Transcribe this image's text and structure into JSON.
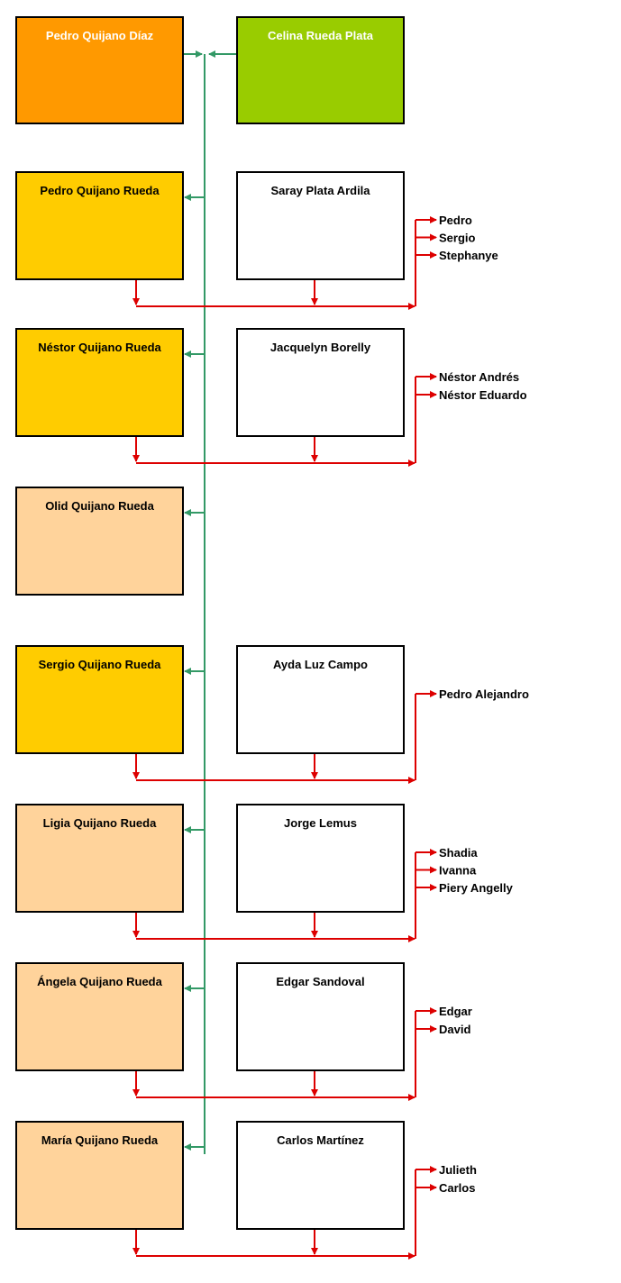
{
  "colors": {
    "founder_male": "#ff9900",
    "founder_female": "#99cc00",
    "child_with_family": "#ffcc00",
    "child_no_family": "#ffd39b",
    "spouse": "#ffffff",
    "green_line": "#339966",
    "red_line": "#dd0000",
    "border": "#000000"
  },
  "founders": {
    "father": "Pedro Quijano Díaz",
    "mother": "Celina Rueda Plata"
  },
  "families": [
    {
      "child": "Pedro Quijano Rueda",
      "child_style": "child_with_family",
      "spouse": "Saray Plata Ardila",
      "children": [
        "Pedro",
        "Sergio",
        "Stephanye"
      ]
    },
    {
      "child": "Néstor Quijano Rueda",
      "child_style": "child_with_family",
      "spouse": "Jacquelyn Borelly",
      "children": [
        "Néstor Andrés",
        "Néstor Eduardo"
      ]
    },
    {
      "child": "Olid Quijano Rueda",
      "child_style": "child_no_family",
      "spouse": null,
      "children": []
    },
    {
      "child": "Sergio Quijano Rueda",
      "child_style": "child_with_family",
      "spouse": "Ayda Luz Campo",
      "children": [
        "Pedro Alejandro"
      ]
    },
    {
      "child": "Ligia Quijano Rueda",
      "child_style": "child_no_family",
      "spouse": "Jorge Lemus",
      "children": [
        "Shadia",
        "Ivanna",
        "Piery Angelly"
      ]
    },
    {
      "child": "Ángela Quijano Rueda",
      "child_style": "child_no_family",
      "spouse": "Edgar Sandoval",
      "children": [
        "Edgar",
        "David"
      ]
    },
    {
      "child": "María Quijano Rueda",
      "child_style": "child_no_family",
      "spouse": "Carlos Martínez",
      "children": [
        "Julieth",
        "Carlos"
      ]
    }
  ]
}
